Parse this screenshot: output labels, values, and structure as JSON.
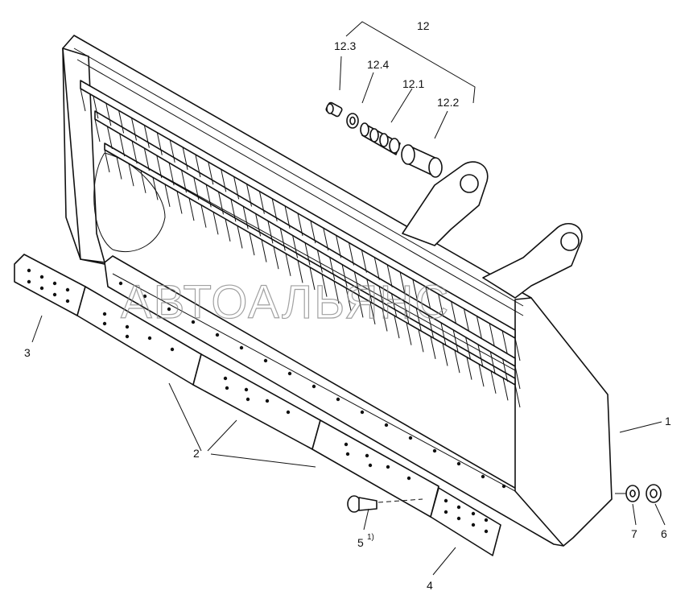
{
  "watermark": "АВТОАЛЬЯНС",
  "callouts": {
    "c1": "1",
    "c2": "2",
    "c3": "3",
    "c4": "4",
    "c5": "5",
    "c5_note": "1)",
    "c6": "6",
    "c7": "7",
    "c12": "12",
    "c12_1": "12.1",
    "c12_2": "12.2",
    "c12_3": "12.3",
    "c12_4": "12.4"
  }
}
